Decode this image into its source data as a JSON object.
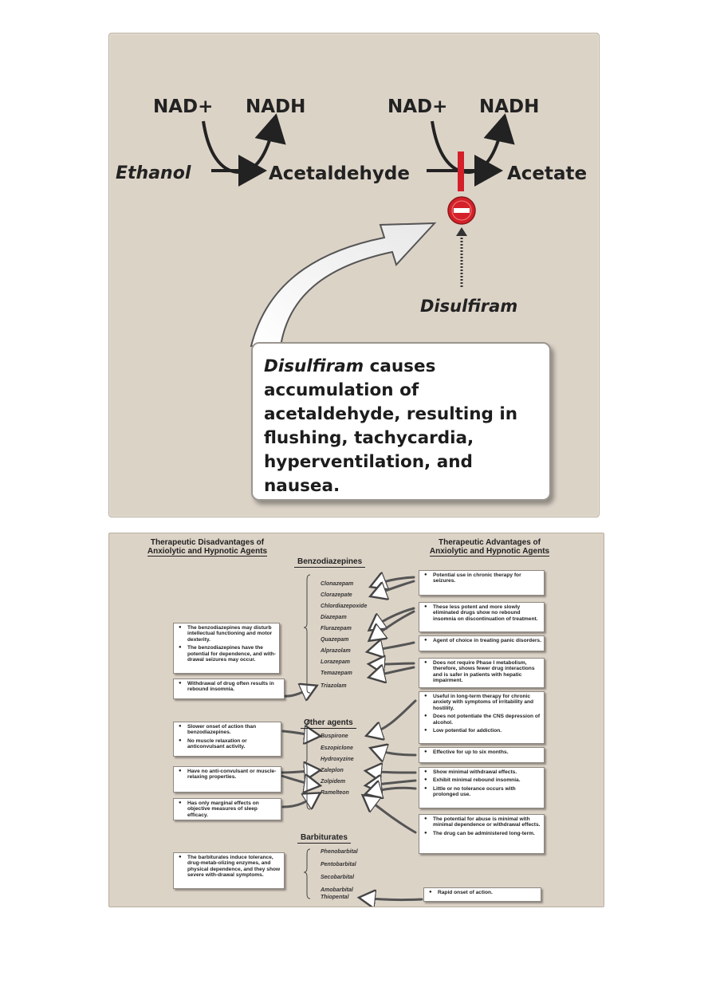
{
  "metabolism": {
    "nad_plus_1": "NAD+",
    "nadh_1": "NADH",
    "nad_plus_2": "NAD+",
    "nadh_2": "NADH",
    "ethanol": "Ethanol",
    "acetaldehyde": "Acetaldehyde",
    "acetate": "Acetate",
    "disulfiram": "Disulfiram",
    "callout_drug": "Disulfiram",
    "callout_text": " causes accumulation of acetaldehyde, resulting in flushing, tachycardia, hyperventilation, and nausea."
  },
  "agents": {
    "disadvantages_title_1": "Therapeutic Disadvantages of",
    "disadvantages_title_2": "Anxiolytic and Hypnotic Agents",
    "advantages_title_1": "Therapeutic Advantages of",
    "advantages_title_2": "Anxiolytic and Hypnotic Agents",
    "sections": {
      "benzodiazepines": "Benzodiazepines",
      "other": "Other agents",
      "barbiturates": "Barbiturates"
    },
    "drugs": {
      "benzodiazepines": [
        "Clonazepam",
        "Clorazepate",
        "Chlordiazepoxide",
        "Diazepam",
        "Flurazepam",
        "Quazepam",
        "Alprazolam",
        "Lorazepam",
        "Temazepam",
        "Triazolam"
      ],
      "other": [
        "Buspirone",
        "Eszopiclone",
        "Hydroxyzine",
        "Zaleplon",
        "Zolpidem",
        "Ramelteon"
      ],
      "barbiturates": [
        "Phenobarbital",
        "Pentobarbital",
        "Secobarbital",
        "Amobarbital",
        "Thiopental"
      ]
    },
    "disadvantage_boxes": [
      [
        "The benzodiazepines may disturb intellectual functioning and motor dexterity.",
        "The benzodiazepines have the potential for dependence, and with-drawal seizures may occur."
      ],
      [
        "Withdrawal of drug often results in rebound insomnia."
      ],
      [
        "Slower onset of action than benzodiazepines.",
        "No muscle relaxation or anticonvulsant activity."
      ],
      [
        "Have no anti-convulsant or muscle-relaxing properties."
      ],
      [
        "Has only marginal effects on objective measures of sleep efficacy."
      ],
      [
        "The barbiturates induce tolerance, drug-metab-olizing enzymes, and physical dependence, and they show severe with-drawal symptoms."
      ]
    ],
    "advantage_boxes": [
      [
        "Potential use in chronic therapy for seizures."
      ],
      [
        "These less potent and more slowly eliminated drugs show no rebound insomnia on discontinuation of treatment."
      ],
      [
        "Agent of choice in treating panic disorders."
      ],
      [
        "Does not require Phase I metabolism, therefore, shows fewer drug interactions and is safer in patients with hepatic impairment."
      ],
      [
        "Useful in long-term therapy for chronic anxiety with symptoms of irritability and hostility.",
        "Does not potentiate the CNS depression of alcohol.",
        "Low potential for addiction."
      ],
      [
        "Effective for up to six months."
      ],
      [
        "Show minimal withdrawal effects.",
        "Exhibit minimal rebound insomnia.",
        "Little or no tolerance occurs with prolonged use."
      ],
      [
        "The potential for abuse is minimal with minimal dependence or withdrawal effects.",
        "The drug can be administered long-term."
      ],
      [
        "Rapid onset of action."
      ]
    ]
  },
  "colors": {
    "panel_bg": "#dcd3c7",
    "inhibit_red": "#d4202a",
    "ink": "#222222"
  }
}
